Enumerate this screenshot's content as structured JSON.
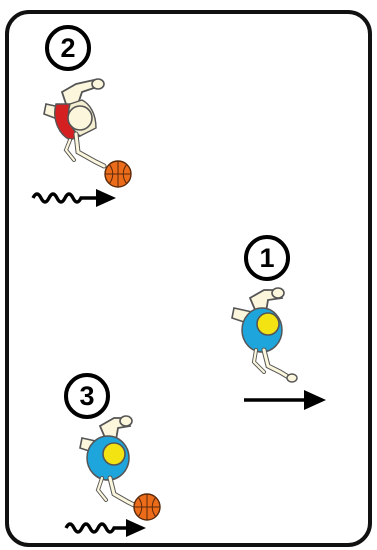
{
  "diagram": {
    "colors": {
      "frame_stroke": "#111111",
      "background": "#ffffff",
      "jersey_red": "#d42020",
      "jersey_cream": "#f5efd2",
      "jersey_blue": "#1ea5dc",
      "head_yellow": "#f4e312",
      "head_cream": "#fbf6dc",
      "skin_outline": "#555555",
      "basketball": "#ec6c1a",
      "arrow": "#000000"
    },
    "players": [
      {
        "number": "2",
        "jersey": "red",
        "has_ball": true,
        "movement": "dribble",
        "movement_direction": "right"
      },
      {
        "number": "1",
        "jersey": "blue",
        "has_ball": false,
        "movement": "cut",
        "movement_direction": "right"
      },
      {
        "number": "3",
        "jersey": "blue",
        "has_ball": true,
        "movement": "dribble",
        "movement_direction": "right"
      }
    ],
    "icons": [
      "player-figure-icon",
      "basketball-icon",
      "dribble-arrow-icon",
      "movement-arrow-icon"
    ]
  }
}
